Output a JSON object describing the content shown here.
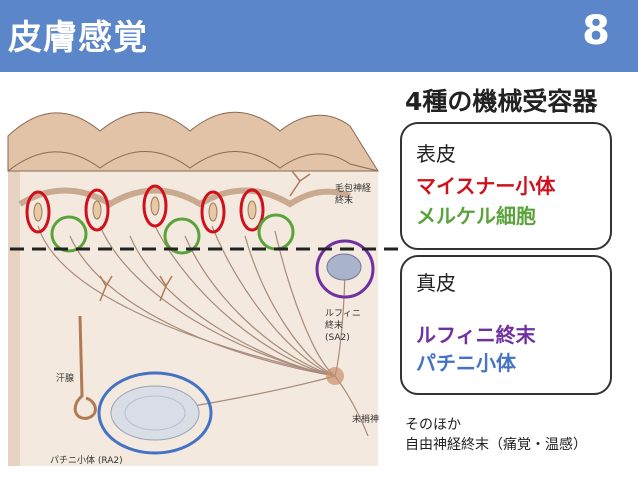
{
  "header": {
    "title": "皮膚感覚",
    "page_number": "8"
  },
  "heading": "4種の機械受容器",
  "epidermis_box": {
    "label": "表皮",
    "items": [
      {
        "text": "マイスナー小体",
        "color": "#d0101c"
      },
      {
        "text": "メルケル細胞",
        "color": "#5aa33a"
      }
    ]
  },
  "dermis_box": {
    "label": "真皮",
    "items": [
      {
        "text": "ルフィニ終末",
        "color": "#7030a0"
      },
      {
        "text": "パチニ小体",
        "color": "#4472c4"
      }
    ]
  },
  "other": {
    "line1": "そのほか",
    "line2": "自由神経終末（痛覚・温感）"
  },
  "figure_labels": {
    "hair_nerve": "毛包神経",
    "hair_nerve2": "終末",
    "ruffini": "ルフィニ",
    "ruffini2": "終末",
    "ruffini3": "(SA2)",
    "sweat": "汗腺",
    "peripheral": "末梢神",
    "pacini": "パチニ小体 (RA2)"
  },
  "colors": {
    "header_bg": "#5b86c9",
    "meissner": "#d0101c",
    "merkel": "#5aa33a",
    "ruffini": "#7030a0",
    "pacini": "#4472c4"
  }
}
